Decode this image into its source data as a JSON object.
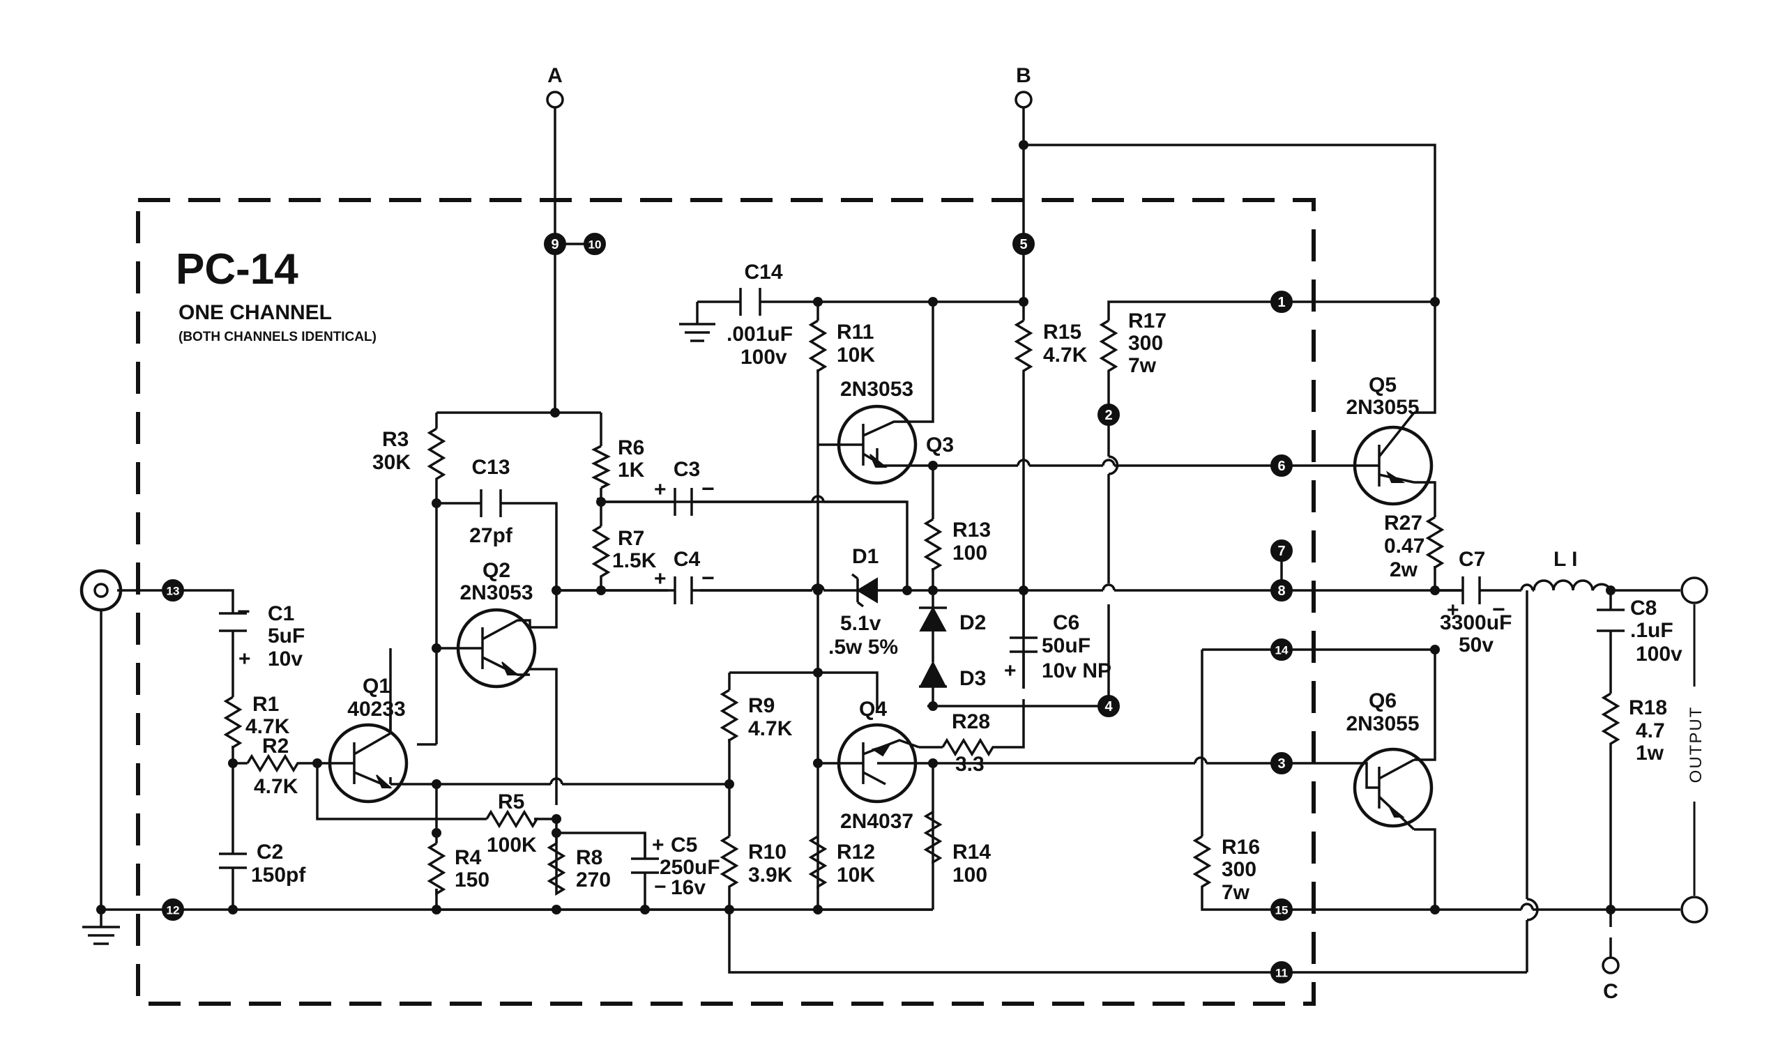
{
  "board": {
    "title": "PC-14",
    "subtitle": "ONE CHANNEL",
    "note": "(BOTH CHANNELS IDENTICAL)"
  },
  "rails": {
    "a": "A",
    "b": "B",
    "c": "C"
  },
  "output_label": "OUTPUT",
  "pins": {
    "p1": "1",
    "p2": "2",
    "p3": "3",
    "p4": "4",
    "p5": "5",
    "p6": "6",
    "p7": "7",
    "p8": "8",
    "p9": "9",
    "p10": "10",
    "p11": "11",
    "p12": "12",
    "p13": "13",
    "p14": "14",
    "p15": "15"
  },
  "components": {
    "c1": {
      "name": "C1",
      "v1": "5uF",
      "v2": "10v"
    },
    "c2": {
      "name": "C2",
      "v1": "150pf"
    },
    "c3": {
      "name": "C3"
    },
    "c4": {
      "name": "C4"
    },
    "c5": {
      "name": "C5",
      "v1": "250uF",
      "v2": "16v"
    },
    "c6": {
      "name": "C6",
      "v1": "50uF",
      "v2": "10v NP"
    },
    "c7": {
      "name": "C7",
      "v1": "3300uF",
      "v2": "50v"
    },
    "c8": {
      "name": "C8",
      "v1": ".1uF",
      "v2": "100v"
    },
    "c13": {
      "name": "C13",
      "v1": "27pf"
    },
    "c14": {
      "name": "C14",
      "v1": ".001uF",
      "v2": "100v"
    },
    "r1": {
      "name": "R1",
      "v1": "4.7K"
    },
    "r2": {
      "name": "R2",
      "v1": "4.7K"
    },
    "r3": {
      "name": "R3",
      "v1": "30K"
    },
    "r4": {
      "name": "R4",
      "v1": "150"
    },
    "r5": {
      "name": "R5",
      "v1": "100K"
    },
    "r6": {
      "name": "R6",
      "v1": "1K"
    },
    "r7": {
      "name": "R7",
      "v1": "1.5K"
    },
    "r8": {
      "name": "R8",
      "v1": "270"
    },
    "r9": {
      "name": "R9",
      "v1": "4.7K"
    },
    "r10": {
      "name": "R10",
      "v1": "3.9K"
    },
    "r11": {
      "name": "R11",
      "v1": "10K"
    },
    "r12": {
      "name": "R12",
      "v1": "10K"
    },
    "r13": {
      "name": "R13",
      "v1": "100"
    },
    "r14": {
      "name": "R14",
      "v1": "100"
    },
    "r15": {
      "name": "R15",
      "v1": "4.7K"
    },
    "r16": {
      "name": "R16",
      "v1": "300",
      "v2": "7w"
    },
    "r17": {
      "name": "R17",
      "v1": "300",
      "v2": "7w"
    },
    "r18": {
      "name": "R18",
      "v1": "4.7",
      "v2": "1w"
    },
    "r27": {
      "name": "R27",
      "v1": "0.47",
      "v2": "2w"
    },
    "r28": {
      "name": "R28",
      "v1": "3.3"
    },
    "q1": {
      "name": "Q1",
      "part": "40233"
    },
    "q2": {
      "name": "Q2",
      "part": "2N3053"
    },
    "q3": {
      "name": "Q3",
      "part": "2N3053"
    },
    "q4": {
      "name": "Q4",
      "part": "2N4037"
    },
    "q5": {
      "name": "Q5",
      "part": "2N3055"
    },
    "q6": {
      "name": "Q6",
      "part": "2N3055"
    },
    "d1": {
      "name": "D1",
      "v1": "5.1v",
      "v2": ".5w 5%"
    },
    "d2": {
      "name": "D2"
    },
    "d3": {
      "name": "D3"
    },
    "l1": {
      "name": "L I"
    }
  },
  "polarity": {
    "plus": "+",
    "minus": "−"
  }
}
